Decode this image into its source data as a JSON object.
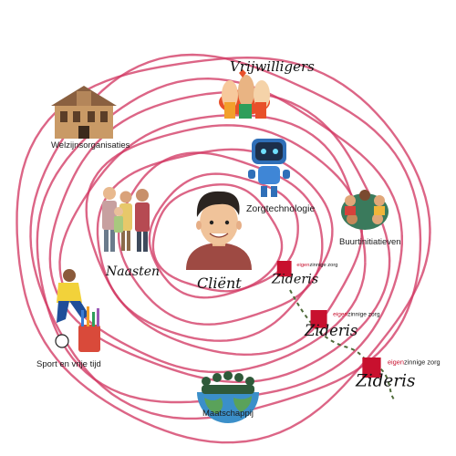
{
  "diagram": {
    "center": {
      "label": "Cliënt"
    },
    "nodes": [
      {
        "id": "vrijwilligers",
        "label": "Vrijwilligers",
        "icon": "raised-hands-icon"
      },
      {
        "id": "welzijn",
        "label": "Welzijnsorganisaties",
        "icon": "building-icon"
      },
      {
        "id": "zorgtech",
        "label": "Zorgtechnologie",
        "icon": "robot-icon"
      },
      {
        "id": "buurt",
        "label": "Buurtinitiatieven",
        "icon": "group-hug-icon"
      },
      {
        "id": "naasten",
        "label": "Naasten",
        "icon": "family-icon"
      },
      {
        "id": "sport",
        "label": "Sport en vrije tijd",
        "icon": "football-player-icon"
      },
      {
        "id": "maatschappij",
        "label": "Maatschappij",
        "icon": "globe-people-icon"
      }
    ],
    "brand": {
      "name": "Zideris",
      "tagline_pre": "eigen",
      "tagline_post": "zinnige zorg"
    }
  },
  "colors": {
    "ring": "#d23a64",
    "brand_red": "#c8102e",
    "dash_path": "#4f6b3a"
  }
}
